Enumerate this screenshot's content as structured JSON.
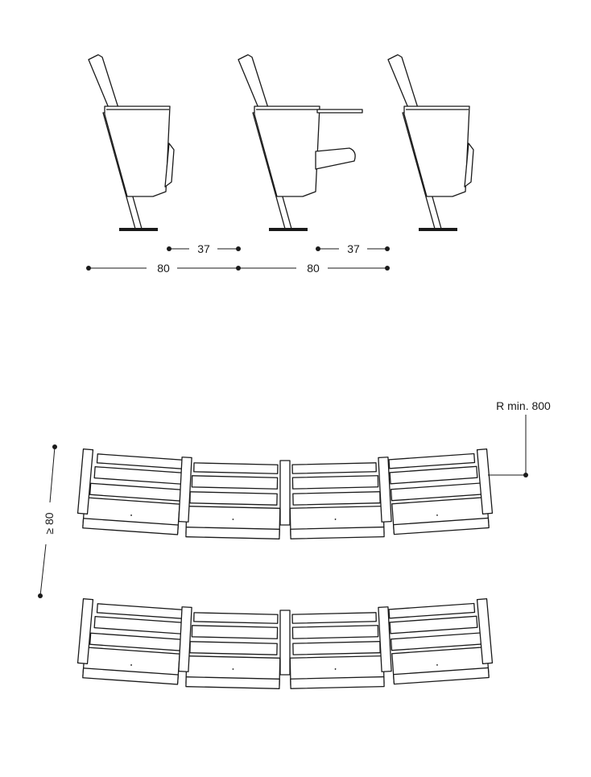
{
  "side_view": {
    "chairs": [
      {
        "name": "chair-plain-left"
      },
      {
        "name": "chair-with-tablet"
      },
      {
        "name": "chair-plain-right"
      }
    ],
    "dimensions": {
      "seat_gap_1": "37",
      "seat_gap_2": "37",
      "pitch_1": "80",
      "pitch_2": "80"
    }
  },
  "plan_view": {
    "radius_label": "R min. 800",
    "row_spacing_label": "≥ 80",
    "rows": 2,
    "seats_per_row": 4
  }
}
